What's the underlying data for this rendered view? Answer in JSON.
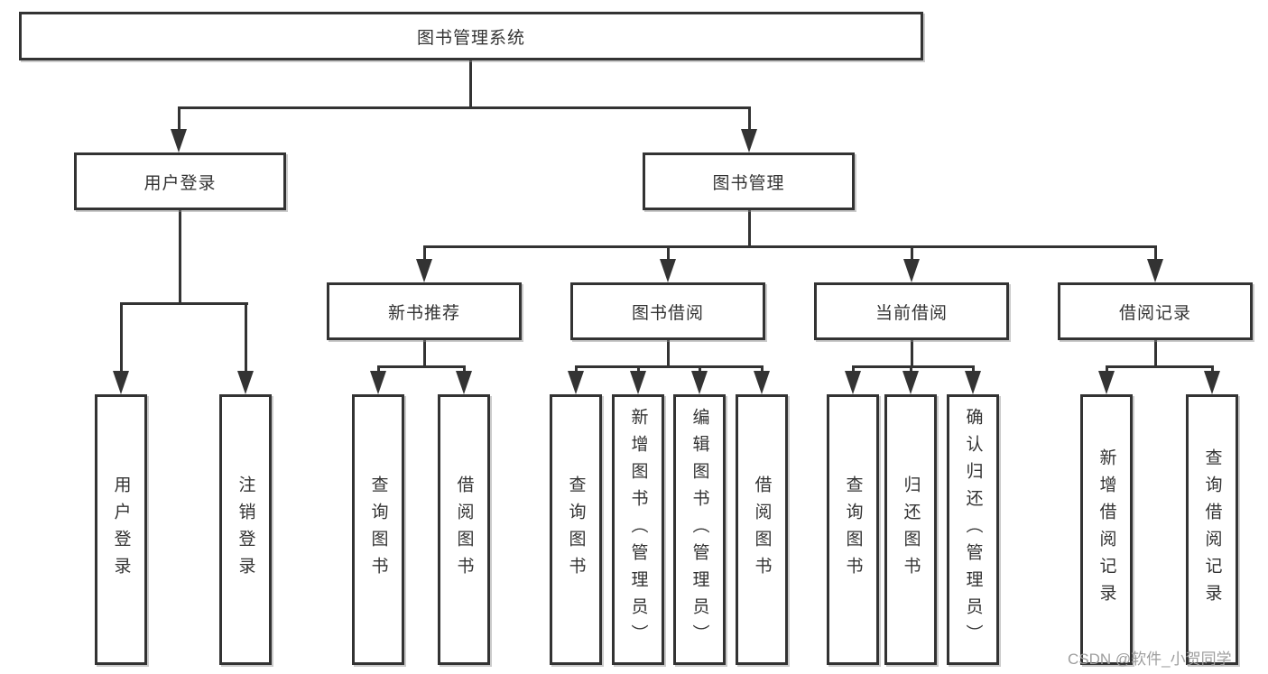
{
  "colors": {
    "line": "#333333",
    "text": "#333333",
    "background": "#ffffff",
    "box_fill": "#ffffff",
    "watermark": "#9e9e9e"
  },
  "watermark": "CSDN @软件_小贺同学",
  "tree": {
    "root": "图书管理系统",
    "level2": {
      "user_login": "用户登录",
      "book_mgmt": "图书管理"
    },
    "level3": {
      "new_book": "新书推荐",
      "book_borrow": "图书借阅",
      "current_borrow": "当前借阅",
      "borrow_record": "借阅记录"
    },
    "leaves": {
      "user_login": [
        "用户登录",
        "注销登录"
      ],
      "new_book": [
        "查询图书",
        "借阅图书"
      ],
      "book_borrow": [
        "查询图书",
        "新增图书（管理员）",
        "编辑图书（管理员）",
        "借阅图书"
      ],
      "current_borrow": [
        "查询图书",
        "归还图书",
        "确认归还（管理员）"
      ],
      "borrow_record": [
        "新增借阅记录",
        "查询借阅记录"
      ]
    }
  }
}
